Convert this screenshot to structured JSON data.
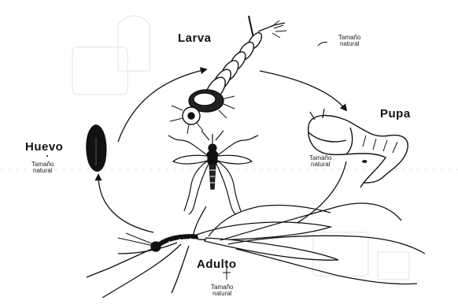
{
  "stages": {
    "larva": "Larva",
    "pupa": "Pupa",
    "huevo": "Huevo",
    "adulto": "Adulto"
  },
  "notes": {
    "larva": [
      "Tamaño",
      "natural"
    ],
    "pupa": [
      "Tamaño",
      "natural"
    ],
    "huevo": [
      "Tamaño",
      "natural"
    ],
    "adulto": [
      "Tamaño",
      "natural"
    ]
  },
  "colors": {
    "ink": "#111111",
    "background": "#ffffff",
    "faded_background": "#e6e6e6"
  },
  "icons": [
    "larva-drawing",
    "pupa-drawing",
    "egg-drawing",
    "adult-mosquito-drawing",
    "center-mosquito-drawing",
    "cycle-arrows"
  ]
}
